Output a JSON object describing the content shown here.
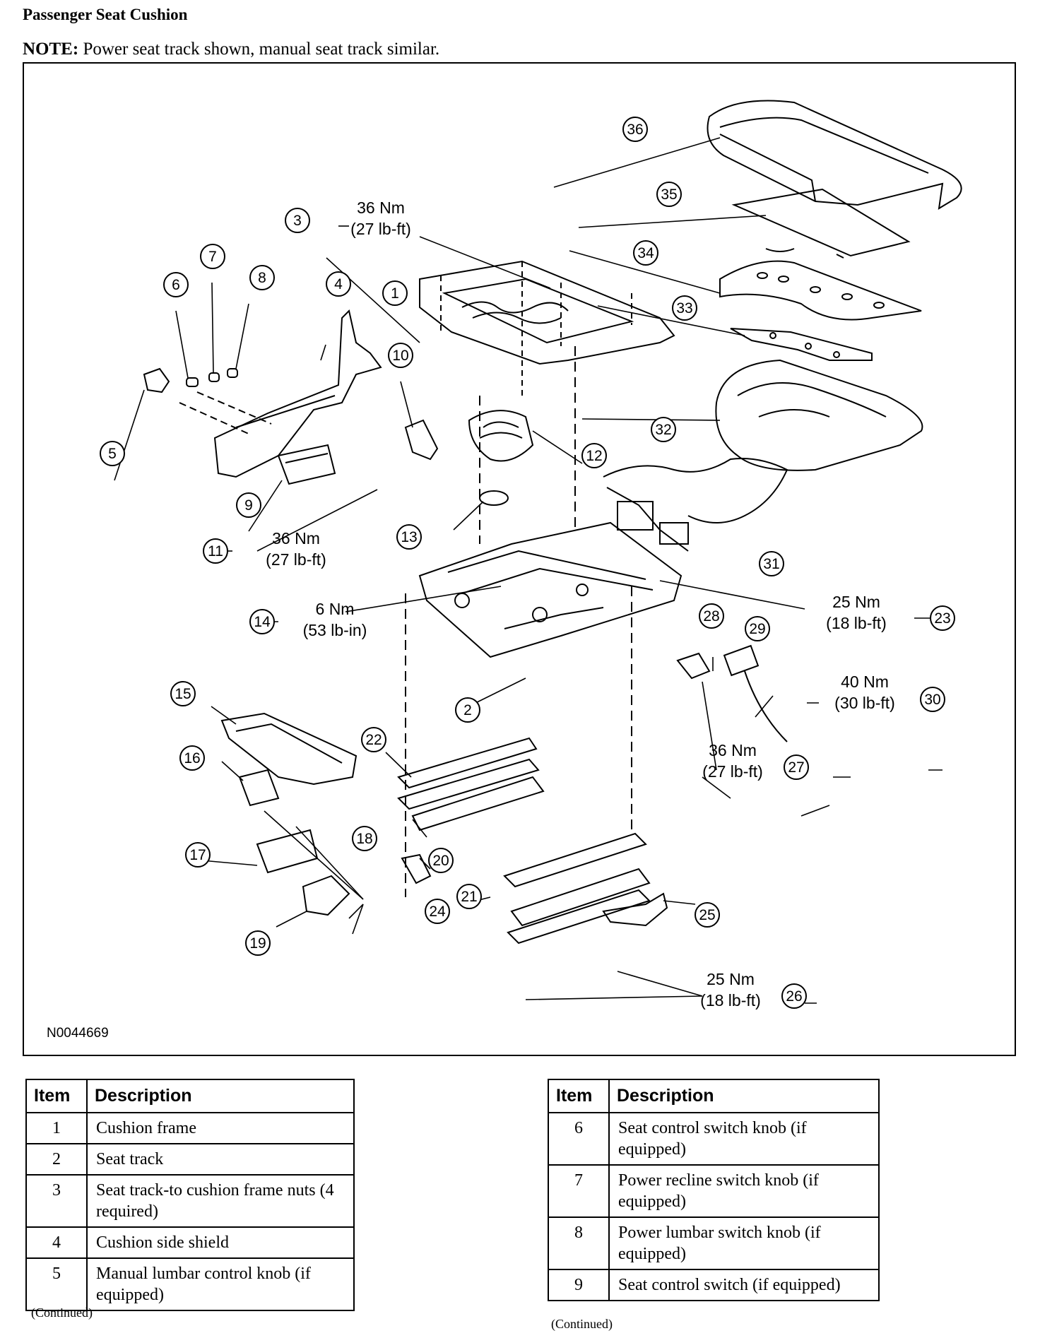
{
  "title": "Passenger Seat Cushion",
  "note": {
    "label": "NOTE:",
    "text": " Power seat track shown, manual seat track similar."
  },
  "figure": {
    "id_label": "N0044669",
    "callouts": [
      "1",
      "2",
      "3",
      "4",
      "5",
      "6",
      "7",
      "8",
      "9",
      "10",
      "11",
      "12",
      "13",
      "14",
      "15",
      "16",
      "17",
      "18",
      "19",
      "20",
      "21",
      "22",
      "23",
      "24",
      "25",
      "26",
      "27",
      "28",
      "29",
      "30",
      "31",
      "32",
      "33",
      "34",
      "35",
      "36"
    ],
    "torques": {
      "t3": [
        "36 Nm",
        "(27 lb-ft)"
      ],
      "t11": [
        "36 Nm",
        "(27 lb-ft)"
      ],
      "t14": [
        "6 Nm",
        "(53 lb-in)"
      ],
      "t23": [
        "25 Nm",
        "(18 lb-ft)"
      ],
      "t30": [
        "40 Nm",
        "(30 lb-ft)"
      ],
      "t27": [
        "36 Nm",
        "(27 lb-ft)"
      ],
      "t26": [
        "25 Nm",
        "(18 lb-ft)"
      ]
    }
  },
  "tables": {
    "headers": {
      "item": "Item",
      "description": "Description"
    },
    "left_rows": [
      {
        "item": "1",
        "description": "Cushion frame"
      },
      {
        "item": "2",
        "description": "Seat track"
      },
      {
        "item": "3",
        "description": "Seat track-to cushion frame nuts (4 required)"
      },
      {
        "item": "4",
        "description": "Cushion side shield"
      },
      {
        "item": "5",
        "description": "Manual lumbar control knob (if equipped)"
      }
    ],
    "right_rows": [
      {
        "item": "6",
        "description": "Seat control switch knob (if equipped)"
      },
      {
        "item": "7",
        "description": "Power recline switch knob (if equipped)"
      },
      {
        "item": "8",
        "description": "Power lumbar switch knob (if equipped)"
      },
      {
        "item": "9",
        "description": "Seat control switch (if equipped)"
      }
    ],
    "continued": "(Continued)"
  }
}
